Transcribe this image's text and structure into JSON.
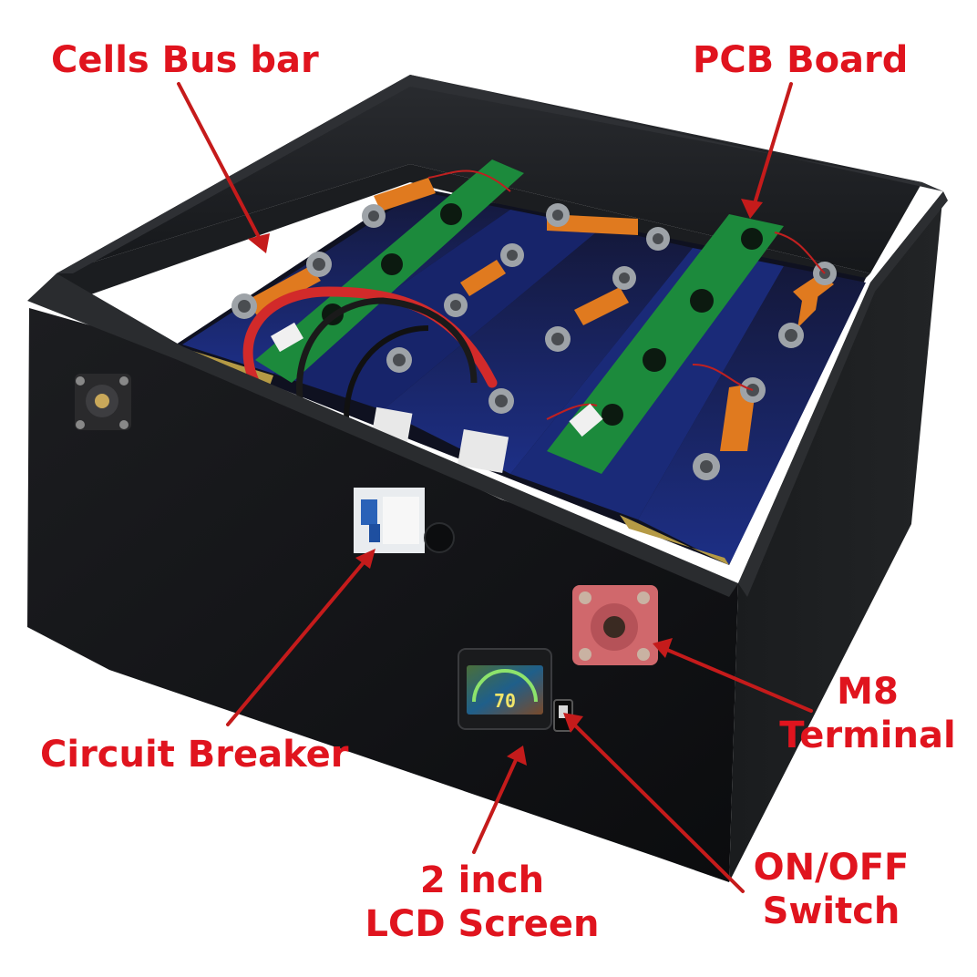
{
  "labels": {
    "cells_bus_bar": "Cells Bus bar",
    "pcb_board": "PCB Board",
    "circuit_breaker": "Circuit Breaker",
    "m8_terminal": [
      "M8",
      "Terminal"
    ],
    "lcd_screen": [
      "2 inch",
      "LCD Screen"
    ],
    "on_off_switch": [
      "ON/OFF",
      "Switch"
    ]
  },
  "lcd_readout": "70",
  "colors": {
    "label_red": "#e0141e",
    "case_black": "#131416",
    "pcb_green": "#1c8a3c",
    "busbar_orange": "#e07a1f",
    "cell_blue": "#1d2f86",
    "terminal_pink": "#d0686c"
  }
}
